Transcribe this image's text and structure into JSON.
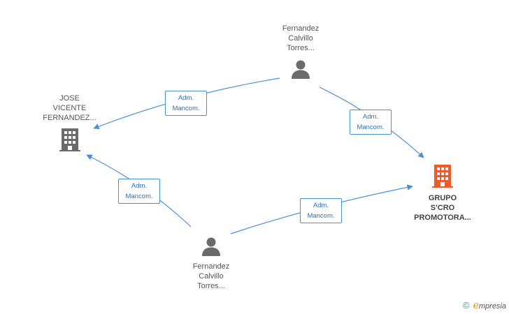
{
  "nodes": {
    "person_top": {
      "lines": [
        "Fernandez",
        "Calvillo",
        "Torres..."
      ]
    },
    "company_left": {
      "lines": [
        "JOSE",
        "VICENTE",
        "FERNANDEZ..."
      ]
    },
    "company_right": {
      "lines": [
        "GRUPO",
        "S'CRO",
        "PROMOTORA..."
      ]
    },
    "person_bottom": {
      "lines": [
        "Fernandez",
        "Calvillo",
        "Torres..."
      ]
    }
  },
  "edges": [
    {
      "line1": "Adm.",
      "line2": "Mancom."
    },
    {
      "line1": "Adm.",
      "line2": "Mancom."
    },
    {
      "line1": "Adm.",
      "line2": "Mancom."
    },
    {
      "line1": "Adm.",
      "line2": "Mancom."
    }
  ],
  "colors": {
    "edge": "#4a90d9",
    "person_icon": "#6b6b6b",
    "company_icon": "#6b6b6b",
    "company_highlight": "#f0592a"
  },
  "footer": {
    "copyright": "©",
    "brand_initial": "e",
    "brand_rest": "mpresia"
  }
}
